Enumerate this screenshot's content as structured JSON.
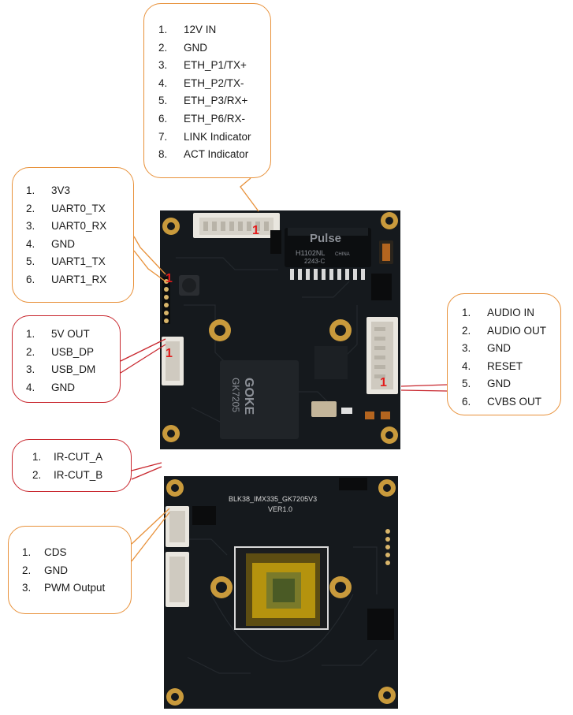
{
  "colors": {
    "orange_callout": "#e8913a",
    "red_callout": "#c8262d",
    "pin_marker": "#e21b1b",
    "pcb": "#15191d",
    "gold_pad": "#c99a3c"
  },
  "callouts": {
    "power_ethernet": {
      "items": [
        {
          "num": "1.",
          "label": "12V IN"
        },
        {
          "num": "2.",
          "label": "GND"
        },
        {
          "num": "3.",
          "label": "ETH_P1/TX+"
        },
        {
          "num": "4.",
          "label": "ETH_P2/TX-"
        },
        {
          "num": "5.",
          "label": "ETH_P3/RX+"
        },
        {
          "num": "6.",
          "label": "ETH_P6/RX-"
        },
        {
          "num": "7.",
          "label": "LINK Indicator"
        },
        {
          "num": "8.",
          "label": "ACT Indicator"
        }
      ]
    },
    "uart": {
      "items": [
        {
          "num": "1.",
          "label": "3V3"
        },
        {
          "num": "2.",
          "label": "UART0_TX"
        },
        {
          "num": "3.",
          "label": "UART0_RX"
        },
        {
          "num": "4.",
          "label": "GND"
        },
        {
          "num": "5.",
          "label": "UART1_TX"
        },
        {
          "num": "6.",
          "label": "UART1_RX"
        }
      ]
    },
    "usb": {
      "items": [
        {
          "num": "1.",
          "label": "5V OUT"
        },
        {
          "num": "2.",
          "label": "USB_DP"
        },
        {
          "num": "3.",
          "label": "USB_DM"
        },
        {
          "num": "4.",
          "label": "GND"
        }
      ]
    },
    "audio": {
      "items": [
        {
          "num": "1.",
          "label": "AUDIO IN"
        },
        {
          "num": "2.",
          "label": "AUDIO OUT"
        },
        {
          "num": "3.",
          "label": "GND"
        },
        {
          "num": "4.",
          "label": "RESET"
        },
        {
          "num": "5.",
          "label": "GND"
        },
        {
          "num": "6.",
          "label": "CVBS OUT"
        }
      ]
    },
    "ircut": {
      "items": [
        {
          "num": "1.",
          "label": "IR-CUT_A"
        },
        {
          "num": "2.",
          "label": "IR-CUT_B"
        }
      ]
    },
    "cds": {
      "items": [
        {
          "num": "1.",
          "label": "CDS"
        },
        {
          "num": "2.",
          "label": "GND"
        },
        {
          "num": "3.",
          "label": "PWM Output"
        }
      ]
    }
  },
  "pin_marker_text": "1",
  "board_top": {
    "transformer_brand": "Pulse",
    "transformer_part": "H1102NL",
    "transformer_code": "2243-C",
    "transformer_origin": "CHINA",
    "soc_brand": "GOKE",
    "soc_model": "GK7205"
  },
  "board_bottom": {
    "silkscreen_model": "BLK38_IMX335_GK7205V3",
    "silkscreen_version": "VER1.0"
  }
}
